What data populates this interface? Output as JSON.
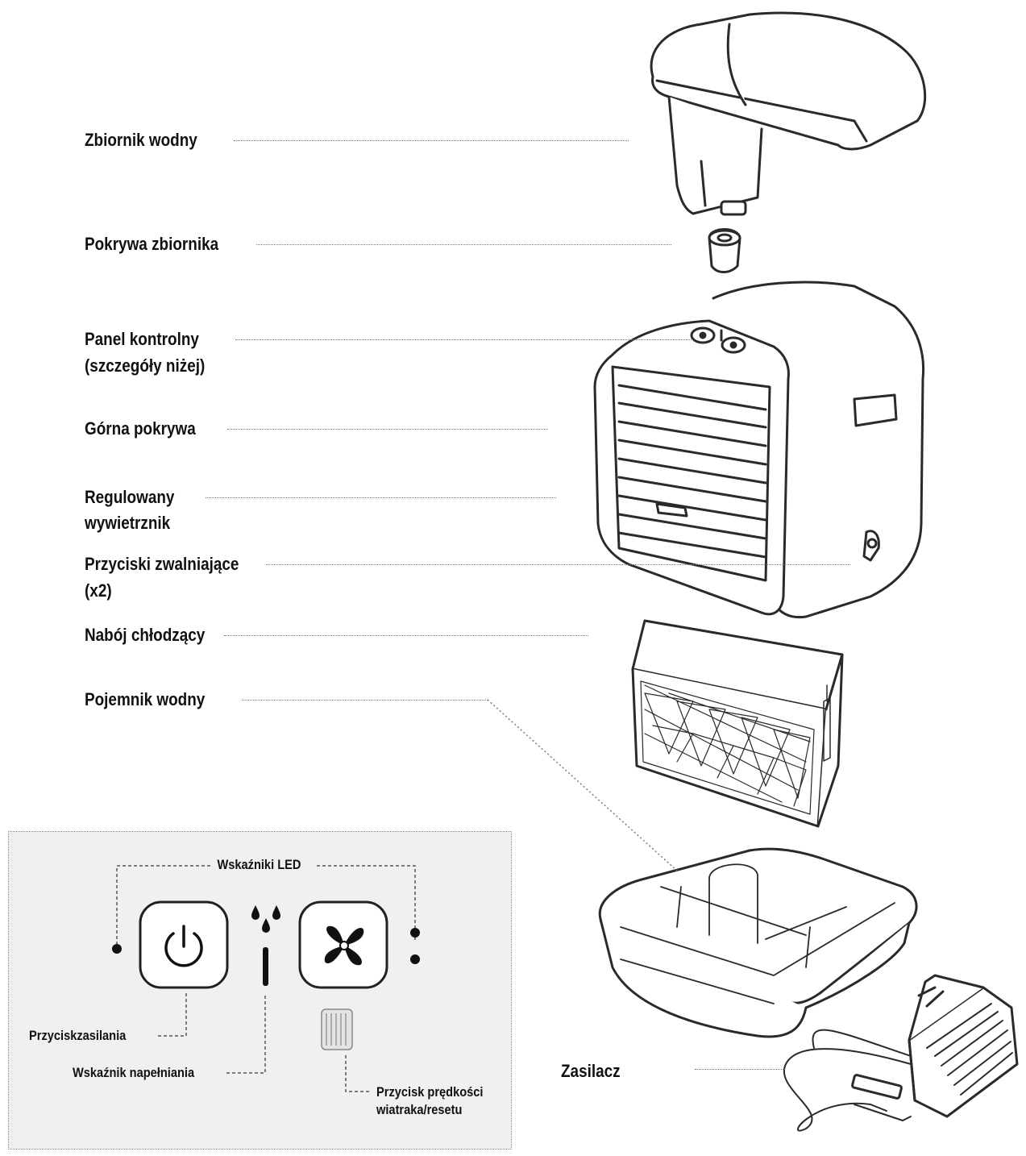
{
  "labels": {
    "water_tank": "Zbiornik wodny",
    "tank_cap": "Pokrywa zbiornika",
    "control_panel_1": "Panel kontrolny",
    "control_panel_2": "(szczegóły niżej)",
    "top_cover": "Górna pokrywa",
    "vent_1": "Regulowany",
    "vent_2": "wywietrznik",
    "release_1": "Przyciski zwalniające",
    "release_2": "(x2)",
    "cartridge": "Nabój chłodzący",
    "reservoir": "Pojemnik wodny",
    "adapter": "Zasilacz"
  },
  "control_panel": {
    "led_title": "Wskaźniki LED",
    "power_button": "Przyciskzasilania",
    "fill_indicator": "Wskaźnik napełniania",
    "fan_button_1": "Przycisk prędkości",
    "fan_button_2": "wiatraka/resetu"
  },
  "icons": [
    "power-icon",
    "water-drops-icon",
    "fan-icon",
    "filter-icon"
  ],
  "colors": {
    "line": "#2a2a2a",
    "panel_bg": "#f0f0f0",
    "leader": "#7a7a7a"
  }
}
